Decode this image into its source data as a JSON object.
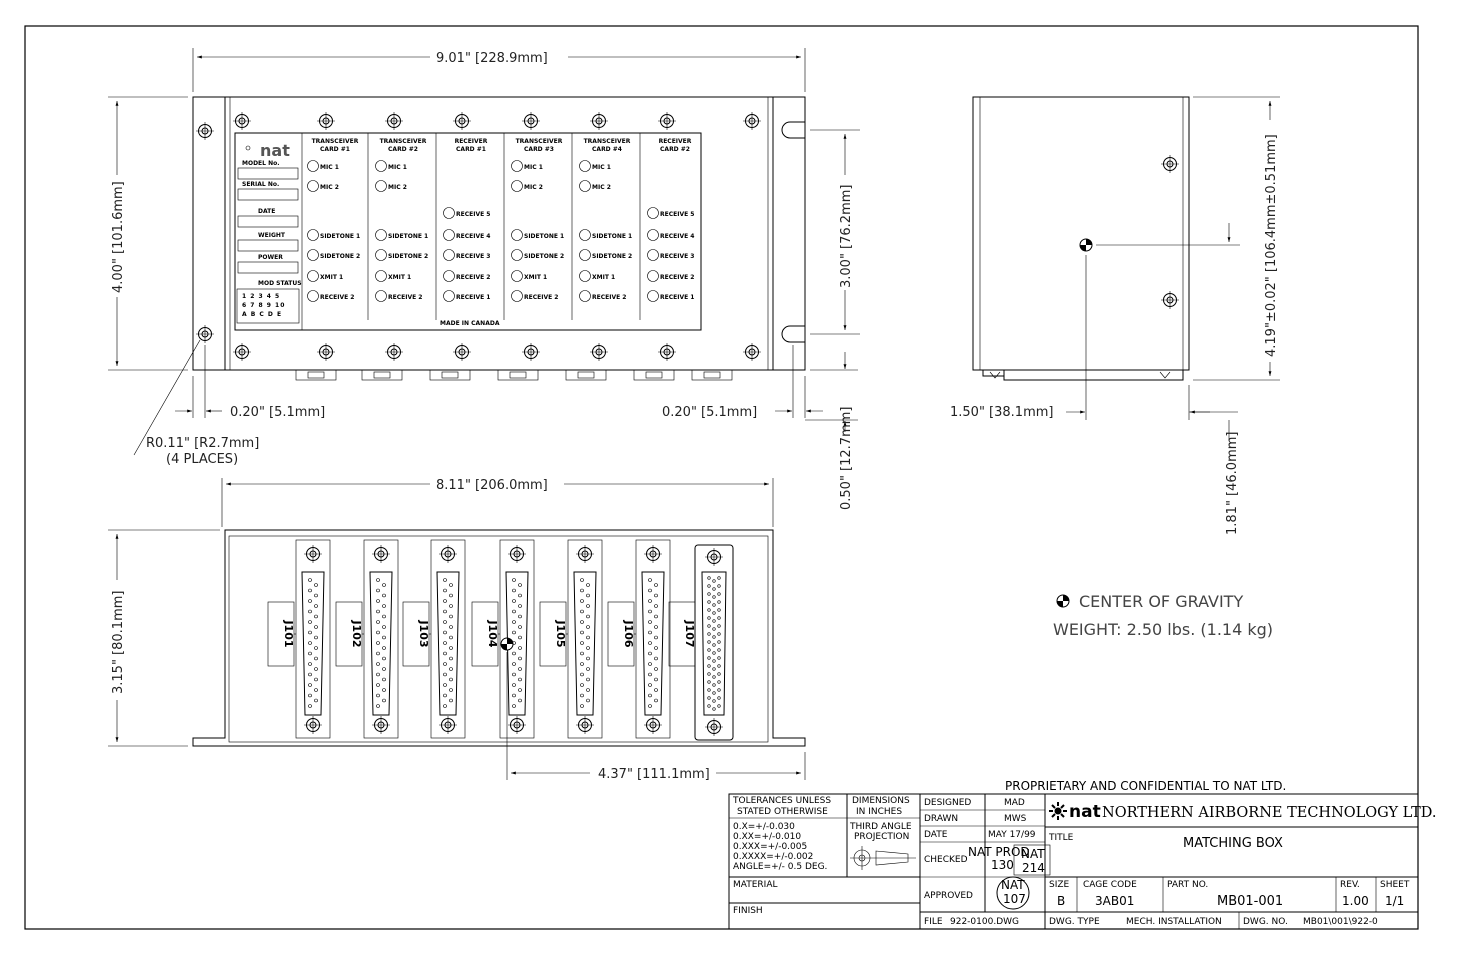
{
  "dimensions": {
    "overall_width": "9.01\" [228.9mm]",
    "height": "4.00\" [101.6mm]",
    "mount_spacing": "3.00\" [76.2mm]",
    "edge_left": "0.20\" [5.1mm]",
    "edge_right": "0.20\" [5.1mm]",
    "radius_line1": "R0.11\" [R2.7mm]",
    "radius_line2": "(4 PLACES)",
    "flange": "0.50\" [12.7mm]",
    "body_width": "8.11\" [206.0mm]",
    "rear_height": "3.15\" [80.1mm]",
    "cg_from_edge": "4.37\" [111.1mm]",
    "side_height": "4.19\"±0.02\" [106.4mm±0.51mm]",
    "side_cg_depth": "1.50\" [38.1mm]",
    "side_cg_height": "1.81\" [46.0mm]"
  },
  "front_panel": {
    "logo": "nat",
    "info_labels": [
      "MODEL No.",
      "SERIAL No.",
      "DATE",
      "WEIGHT",
      "POWER",
      "MOD STATUS"
    ],
    "mod_numbers": [
      "1 2 3 4 5",
      "6 7 8 9 10",
      "A B C D E"
    ],
    "made_in": "MADE IN CANADA",
    "columns": [
      {
        "title1": "TRANSCEIVER",
        "title2": "CARD #1",
        "items": [
          "MIC 1",
          "MIC 2",
          "",
          "SIDETONE 1",
          "SIDETONE 2",
          "XMIT 1",
          "RECEIVE 2"
        ]
      },
      {
        "title1": "TRANSCEIVER",
        "title2": "CARD #2",
        "items": [
          "MIC 1",
          "MIC 2",
          "",
          "SIDETONE 1",
          "SIDETONE 2",
          "XMIT 1",
          "RECEIVE 2"
        ]
      },
      {
        "title1": "RECEIVER",
        "title2": "CARD #1",
        "items": [
          "",
          "",
          "RECEIVE 5",
          "RECEIVE 4",
          "RECEIVE 3",
          "RECEIVE 2",
          "RECEIVE 1"
        ]
      },
      {
        "title1": "TRANSCEIVER",
        "title2": "CARD #3",
        "items": [
          "MIC 1",
          "MIC 2",
          "",
          "SIDETONE 1",
          "SIDETONE 2",
          "XMIT 1",
          "RECEIVE 2"
        ]
      },
      {
        "title1": "TRANSCEIVER",
        "title2": "CARD #4",
        "items": [
          "MIC 1",
          "MIC 2",
          "",
          "SIDETONE 1",
          "SIDETONE 2",
          "XMIT 1",
          "RECEIVE 2"
        ]
      },
      {
        "title1": "RECEIVER",
        "title2": "CARD #2",
        "items": [
          "",
          "",
          "RECEIVE 5",
          "RECEIVE 4",
          "RECEIVE 3",
          "RECEIVE 2",
          "RECEIVE 1"
        ]
      }
    ]
  },
  "connectors": [
    "J101",
    "J102",
    "J103",
    "J104",
    "J105",
    "J106",
    "J107"
  ],
  "legend": {
    "cg": "CENTER OF GRAVITY",
    "weight": "WEIGHT: 2.50 lbs. (1.14 kg)"
  },
  "title_block": {
    "proprietary": "PROPRIETARY AND CONFIDENTIAL TO NAT LTD.",
    "tol_head1": "TOLERANCES UNLESS",
    "tol_head2": "STATED OTHERWISE",
    "tol_lines": [
      "0.X=+/-0.030",
      "0.XX=+/-0.010",
      "0.XXX=+/-0.005",
      "0.XXXX=+/-0.002",
      "ANGLE=+/- 0.5 DEG."
    ],
    "dims_head1": "DIMENSIONS",
    "dims_head2": "IN INCHES",
    "proj1": "THIRD ANGLE",
    "proj2": "PROJECTION",
    "material": "MATERIAL",
    "finish": "FINISH",
    "designed_label": "DESIGNED",
    "designed": "MAD",
    "drawn_label": "DRAWN",
    "drawn": "MWS",
    "date_label": "DATE",
    "date": "MAY 17/99",
    "checked_label": "CHECKED",
    "approved_label": "APPROVED",
    "stamp1_a": "NAT PROD",
    "stamp1_b": "130",
    "stamp2_a": "NAT",
    "stamp2_b": "214",
    "stamp3_a": "NAT",
    "stamp3_b": "107",
    "company_logo": "nat",
    "company": "NORTHERN AIRBORNE TECHNOLOGY LTD.",
    "title_label": "TITLE",
    "title": "MATCHING BOX",
    "size_label": "SIZE",
    "size": "B",
    "cage_label": "CAGE CODE",
    "cage": "3AB01",
    "part_label": "PART NO.",
    "part": "MB01-001",
    "rev_label": "REV.",
    "rev": "1.00",
    "sheet_label": "SHEET",
    "sheet": "1/1",
    "file_label": "FILE",
    "file": "922-0100.DWG",
    "dwgtype_label": "DWG. TYPE",
    "dwgtype": "MECH. INSTALLATION",
    "dwgno_label": "DWG. NO.",
    "dwgno": "MB01\\001\\922-0"
  }
}
